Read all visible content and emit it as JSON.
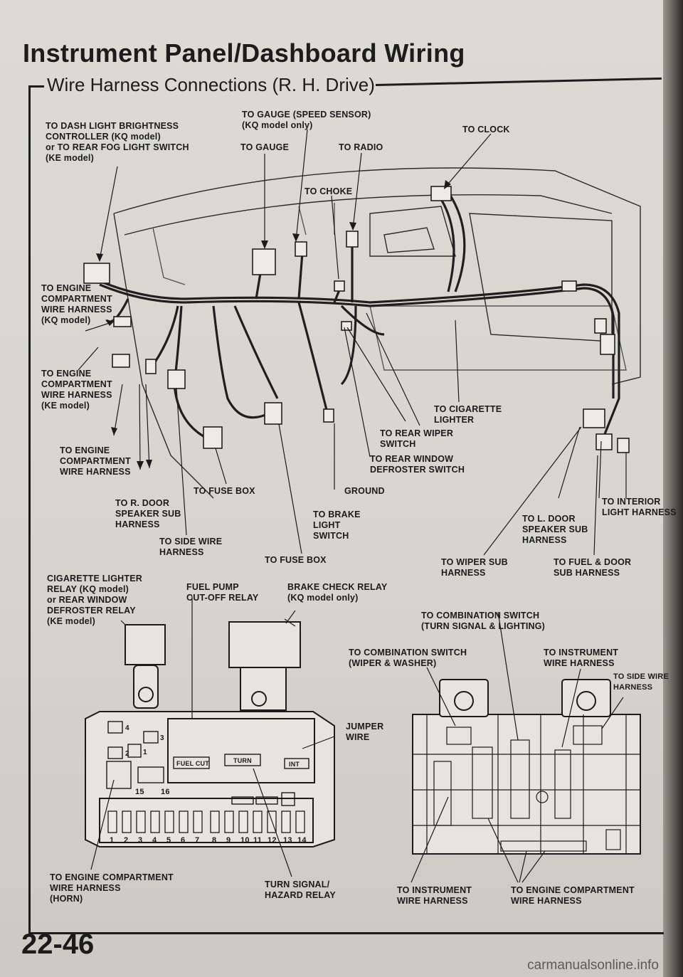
{
  "title": "Instrument Panel/Dashboard Wiring",
  "subtitle": "Wire Harness Connections (R. H. Drive)",
  "page_number": "22-46",
  "watermark": "carmanualsonline.info",
  "labels": {
    "dash_light": "TO DASH LIGHT BRIGHTNESS\nCONTROLLER (KQ model)\nor TO REAR FOG LIGHT SWITCH\n(KE model)",
    "gauge_speed": "TO GAUGE (SPEED SENSOR)\n(KQ model only)",
    "gauge": "TO GAUGE",
    "radio": "TO RADIO",
    "clock": "TO CLOCK",
    "choke": "TO CHOKE",
    "engine_kq": "TO ENGINE\nCOMPARTMENT\nWIRE HARNESS\n(KQ model)",
    "engine_ke": "TO ENGINE\nCOMPARTMENT\nWIRE HARNESS\n(KE model)",
    "engine": "TO ENGINE\nCOMPARTMENT\nWIRE HARNESS",
    "cig_lighter": "TO CIGARETTE\nLIGHTER",
    "rear_wiper": "TO REAR WIPER\nSWITCH",
    "rear_defroster": "TO REAR WINDOW\nDEFROSTER SWITCH",
    "fuse_box_1": "TO FUSE BOX",
    "ground": "GROUND",
    "r_door": "TO R. DOOR\nSPEAKER SUB\nHARNESS",
    "brake_light": "TO BRAKE\nLIGHT\nSWITCH",
    "side_wire": "TO SIDE WIRE\nHARNESS",
    "fuse_box_2": "TO FUSE BOX",
    "l_door": "TO L. DOOR\nSPEAKER SUB\nHARNESS",
    "interior_light": "TO INTERIOR\nLIGHT HARNESS",
    "wiper_sub": "TO WIPER SUB\nHARNESS",
    "fuel_door": "TO FUEL & DOOR\nSUB HARNESS",
    "cig_relay": "CIGARETTE LIGHTER\nRELAY (KQ model)\nor REAR WINDOW\nDEFROSTER RELAY\n(KE model)",
    "fuel_pump": "FUEL PUMP\nCUT-OFF RELAY",
    "brake_check": "BRAKE CHECK RELAY\n(KQ model only)",
    "comb_turn": "TO COMBINATION SWITCH\n(TURN SIGNAL & LIGHTING)",
    "comb_wiper": "TO COMBINATION SWITCH\n(WIPER & WASHER)",
    "instrument_1": "TO INSTRUMENT\nWIRE HARNESS",
    "side_wire_2": "TO SIDE WIRE\nHARNESS",
    "jumper": "JUMPER\nWIRE",
    "engine_horn": "TO ENGINE COMPARTMENT\nWIRE HARNESS\n(HORN)",
    "turn_hazard": "TURN SIGNAL/\nHAZARD RELAY",
    "instrument_2": "TO INSTRUMENT\nWIRE HARNESS",
    "engine_2": "TO ENGINE COMPARTMENT\nWIRE HARNESS"
  },
  "fuse_box_marks": {
    "relay_numbers": [
      "4",
      "2",
      "3",
      "1"
    ],
    "top_numbers": [
      "15",
      "16"
    ],
    "fuse_numbers": [
      "1",
      "2",
      "3",
      "4",
      "5",
      "6",
      "7",
      "8",
      "9",
      "10",
      "11",
      "12",
      "13",
      "14"
    ],
    "tag_fuel_cut": "FUEL CUT",
    "tag_turn": "TURN",
    "tag_int": "INT"
  }
}
